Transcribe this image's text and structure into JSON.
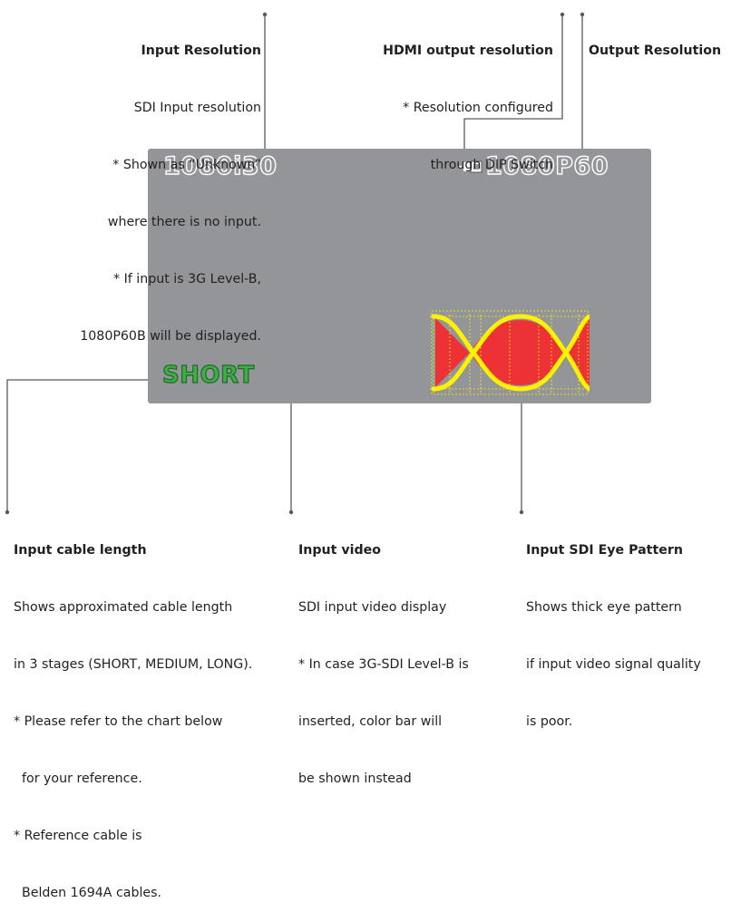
{
  "annotations": {
    "input_resolution": {
      "title": "Input Resolution",
      "lines": [
        "SDI Input resolution",
        "* Shown as “Unknown”",
        "where there is no input.",
        "* If input is 3G Level-B,",
        "1080P60B will be displayed."
      ]
    },
    "hdmi_output": {
      "title": "HDMI output resolution",
      "lines": [
        "* Resolution configured",
        "through DIP Switch"
      ]
    },
    "output_resolution": {
      "title": "Output Resolution"
    },
    "cable_length": {
      "title": "Input cable length",
      "lines": [
        "Shows approximated cable length",
        "in 3 stages (SHORT, MEDIUM, LONG).",
        "* Please refer to the chart below",
        "  for your reference.",
        "* Reference cable is",
        "  Belden 1694A cables."
      ]
    },
    "input_video": {
      "title": "Input video",
      "lines": [
        "SDI input video display",
        "* In case 3G-SDI Level-B is",
        "inserted, color bar will",
        "be shown instead"
      ]
    },
    "eye_pattern": {
      "title": "Input SDI Eye Pattern",
      "lines": [
        "Shows thick eye pattern",
        "if input video signal quality",
        "is poor."
      ]
    }
  },
  "screen": {
    "input_resolution": "1080i30",
    "output_resolution": "1080P60",
    "cable_length": "SHORT",
    "icon": "hdmi-connector-icon"
  },
  "colors": {
    "screen": "#939598",
    "cable_text": "#41ad49",
    "eye_fill": "#ed3237",
    "eye_trace": "#fff200",
    "leader": "#58595b"
  }
}
